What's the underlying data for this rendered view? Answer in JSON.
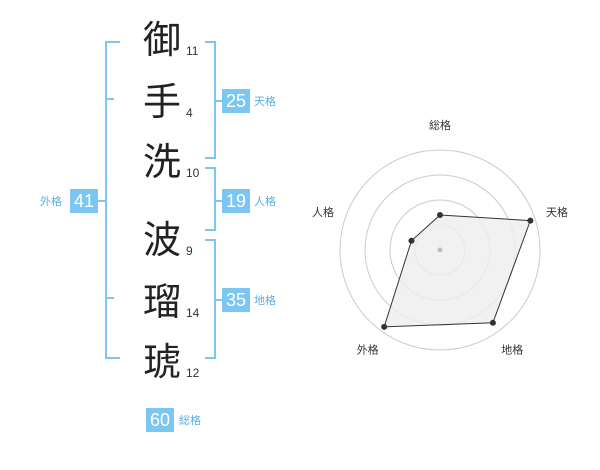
{
  "name": {
    "chars": [
      {
        "char": "御",
        "strokes": "11"
      },
      {
        "char": "手",
        "strokes": "4"
      },
      {
        "char": "洗",
        "strokes": "10"
      },
      {
        "char": "波",
        "strokes": "9"
      },
      {
        "char": "瑠",
        "strokes": "14"
      },
      {
        "char": "琥",
        "strokes": "12"
      }
    ]
  },
  "kaku": {
    "tenkaku": {
      "value": "25",
      "label": "天格"
    },
    "jinkaku": {
      "value": "19",
      "label": "人格"
    },
    "chikaku": {
      "value": "35",
      "label": "地格"
    },
    "gaikaku": {
      "value": "41",
      "label": "外格"
    },
    "soukaku": {
      "value": "60",
      "label": "総格"
    }
  },
  "chart_data": {
    "type": "radar",
    "axes": [
      "総格",
      "天格",
      "地格",
      "外格",
      "人格"
    ],
    "values": [
      0.35,
      0.95,
      0.9,
      0.95,
      0.3
    ],
    "range": [
      0,
      1
    ],
    "rings": 4,
    "colors": {
      "fill": "#eeeeee",
      "line": "#333333",
      "ring": "#cccccc"
    }
  },
  "colors": {
    "accent": "#7cc6f2",
    "accent_text": "#5aaee6"
  }
}
